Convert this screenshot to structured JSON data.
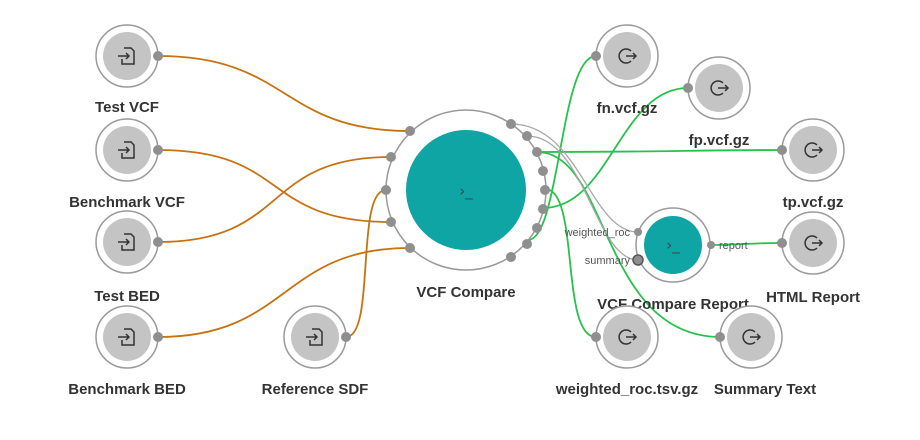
{
  "colors": {
    "input_edge": "#c8720f",
    "output_edge": "#27c24c",
    "tool_fill": "#10a5a5",
    "node_fill": "#c4c4c4",
    "ring": "#9a9a9a",
    "port": "#8f8f8f"
  },
  "nodes": {
    "test_vcf": {
      "label": "Test VCF",
      "icon": "file-import-icon"
    },
    "benchmark_vcf": {
      "label": "Benchmark VCF",
      "icon": "file-import-icon"
    },
    "test_bed": {
      "label": "Test BED",
      "icon": "file-import-icon"
    },
    "benchmark_bed": {
      "label": "Benchmark BED",
      "icon": "file-import-icon"
    },
    "reference_sdf": {
      "label": "Reference SDF",
      "icon": "file-import-icon"
    },
    "vcf_compare": {
      "label": "VCF Compare",
      "icon": "terminal-prompt-icon"
    },
    "vcf_compare_report": {
      "label": "VCF Compare Report",
      "icon": "terminal-prompt-icon",
      "in_ports": [
        "weighted_roc",
        "summary"
      ],
      "out_ports": [
        "report"
      ]
    },
    "fn_vcf": {
      "label": "fn.vcf.gz",
      "icon": "file-export-icon"
    },
    "fp_vcf": {
      "label": "fp.vcf.gz",
      "icon": "file-export-icon"
    },
    "tp_vcf": {
      "label": "tp.vcf.gz",
      "icon": "file-export-icon"
    },
    "html_report": {
      "label": "HTML Report",
      "icon": "file-export-icon"
    },
    "weighted_roc": {
      "label": "weighted_roc.tsv.gz",
      "icon": "file-export-icon"
    },
    "summary_text": {
      "label": "Summary Text",
      "icon": "file-export-icon"
    }
  }
}
